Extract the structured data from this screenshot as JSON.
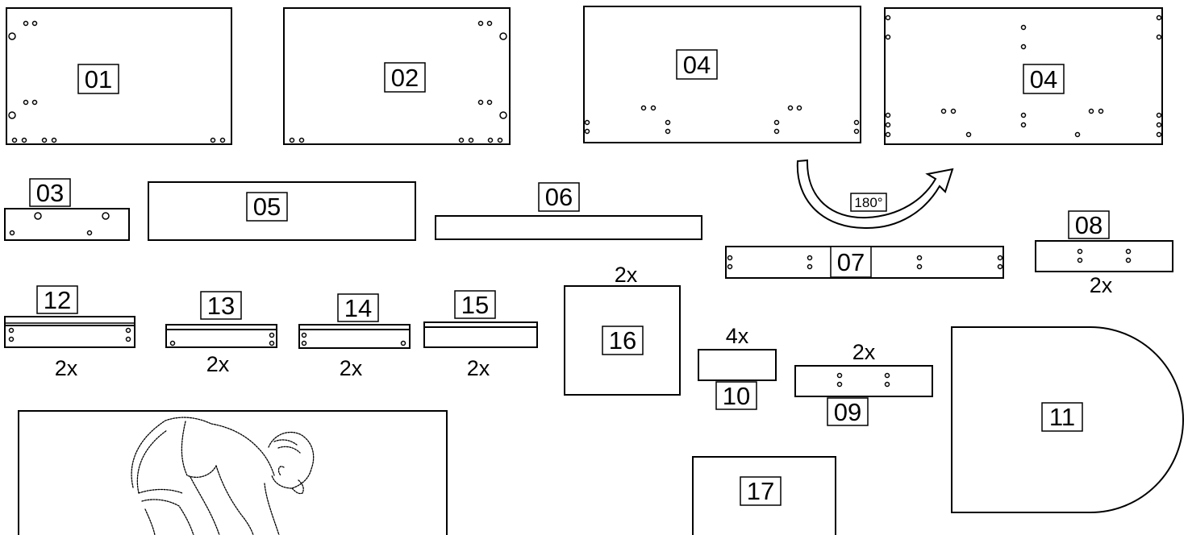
{
  "labels": {
    "p01": "01",
    "p02": "02",
    "p03": "03",
    "p04a": "04",
    "p04b": "04",
    "p05": "05",
    "p06": "06",
    "p07": "07",
    "p08": "08",
    "p09": "09",
    "p10": "10",
    "p11": "11",
    "p12": "12",
    "p13": "13",
    "p14": "14",
    "p15": "15",
    "p16": "16",
    "p17": "17"
  },
  "quantities": {
    "q08": "2x",
    "q09": "2x",
    "q10": "4x",
    "q12": "2x",
    "q13": "2x",
    "q14": "2x",
    "q15": "2x",
    "q16": "2x"
  },
  "rotation": {
    "text": "180°"
  },
  "icons": {
    "rotate": "rotate-180-arrow-icon",
    "person": "person-lifting-illustration"
  }
}
